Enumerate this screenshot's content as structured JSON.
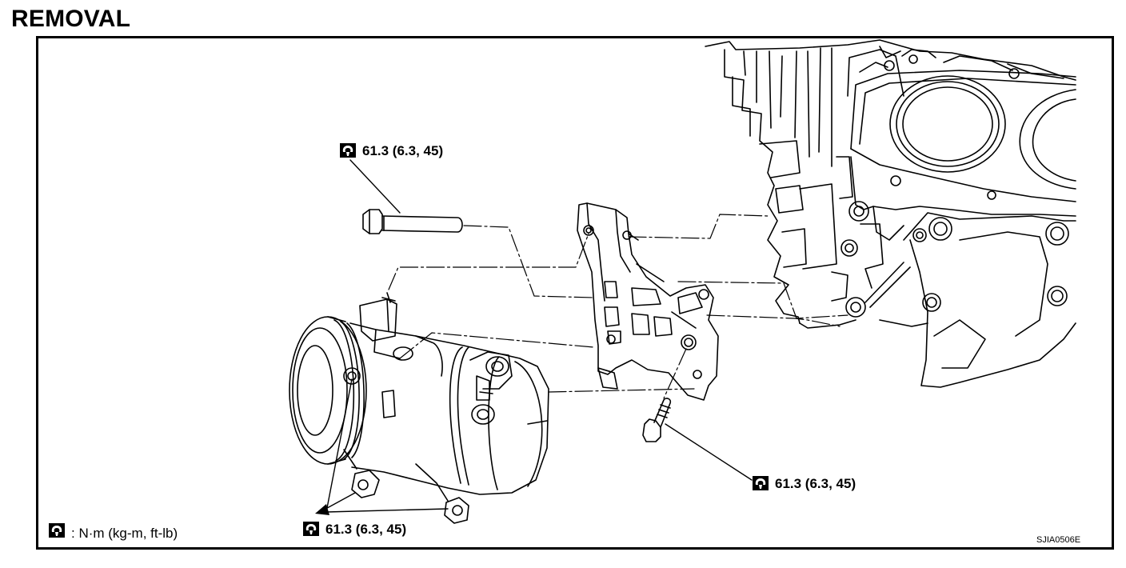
{
  "title": "REMOVAL",
  "callouts": [
    {
      "id": "bolt-upper",
      "icon": "torque-wrench-icon",
      "text": "61.3 (6.3, 45)"
    },
    {
      "id": "bolt-lower",
      "icon": "torque-wrench-icon",
      "text": "61.3 (6.3, 45)"
    },
    {
      "id": "compressor-bolts",
      "icon": "torque-wrench-icon",
      "text": "61.3 (6.3, 45)"
    }
  ],
  "legend": {
    "icon": "torque-wrench-icon",
    "text": ": N·m (kg-m, ft-lb)"
  },
  "figure_code": "SJIA0506E",
  "colors": {
    "line": "#000000",
    "background": "#ffffff"
  }
}
